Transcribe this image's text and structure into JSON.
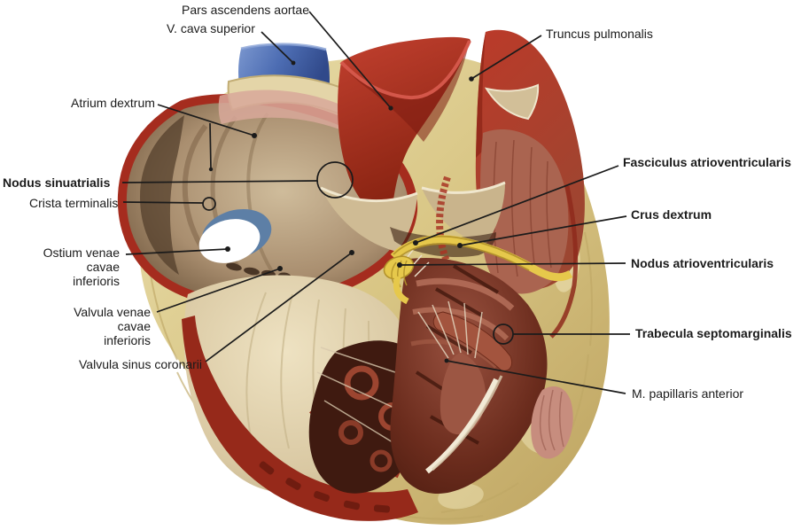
{
  "figure": {
    "type": "anatomical illustration",
    "subject": "Heart opened from the right: right atrium and right ventricle with conduction system",
    "language": "Latin",
    "background": "#ffffff"
  },
  "labels": {
    "pars_ascendens_aortae": {
      "text": "Pars ascendens aortae",
      "bold": false,
      "marker": "dot"
    },
    "v_cava_superior": {
      "text": "V. cava superior",
      "bold": false,
      "marker": "dot"
    },
    "truncus_pulmonalis": {
      "text": "Truncus pulmonalis",
      "bold": false,
      "marker": "dot"
    },
    "atrium_dextrum": {
      "text": "Atrium dextrum",
      "bold": false,
      "marker": "forked-dot"
    },
    "nodus_sinuatrialis": {
      "text": "Nodus sinuatrialis",
      "bold": true,
      "marker": "circle"
    },
    "crista_terminalis": {
      "text": "Crista terminalis",
      "bold": false,
      "marker": "circle"
    },
    "ostium_venae_cavae_inferioris": {
      "text": "Ostium venae cavae\ninferioris",
      "bold": false,
      "marker": "dot"
    },
    "valvula_venae_cavae_inferioris": {
      "text": "Valvula venae cavae\ninferioris",
      "bold": false,
      "marker": "dot"
    },
    "valvula_sinus_coronarii": {
      "text": "Valvula sinus coronarii",
      "bold": false,
      "marker": "dot"
    },
    "fasciculus_atrioventricularis": {
      "text": "Fasciculus atrioventricularis",
      "bold": true,
      "marker": "dot"
    },
    "crus_dextrum": {
      "text": "Crus dextrum",
      "bold": true,
      "marker": "dot"
    },
    "nodus_atrioventricularis": {
      "text": "Nodus atrioventricularis",
      "bold": true,
      "marker": "dot"
    },
    "trabecula_septomarginalis": {
      "text": "Trabecula septomarginalis",
      "bold": true,
      "marker": "circle"
    },
    "m_papillaris_anterior": {
      "text": "M. papillaris anterior",
      "bold": false,
      "marker": "dot"
    }
  },
  "colors": {
    "leader_line": "#1b1b1b",
    "epicardial_fat": "#d9c685",
    "cut_myocardium_rim": "#a52c1e",
    "atrium_interior": "#a98e6f",
    "vena_cava_blue": "#4d6db3",
    "aorta_red": "#b73327",
    "ventricle_maroon": "#6b2c1d",
    "conduction_yellow": "#e6c84b",
    "septal_wall_cream": "#e3d6b4"
  }
}
